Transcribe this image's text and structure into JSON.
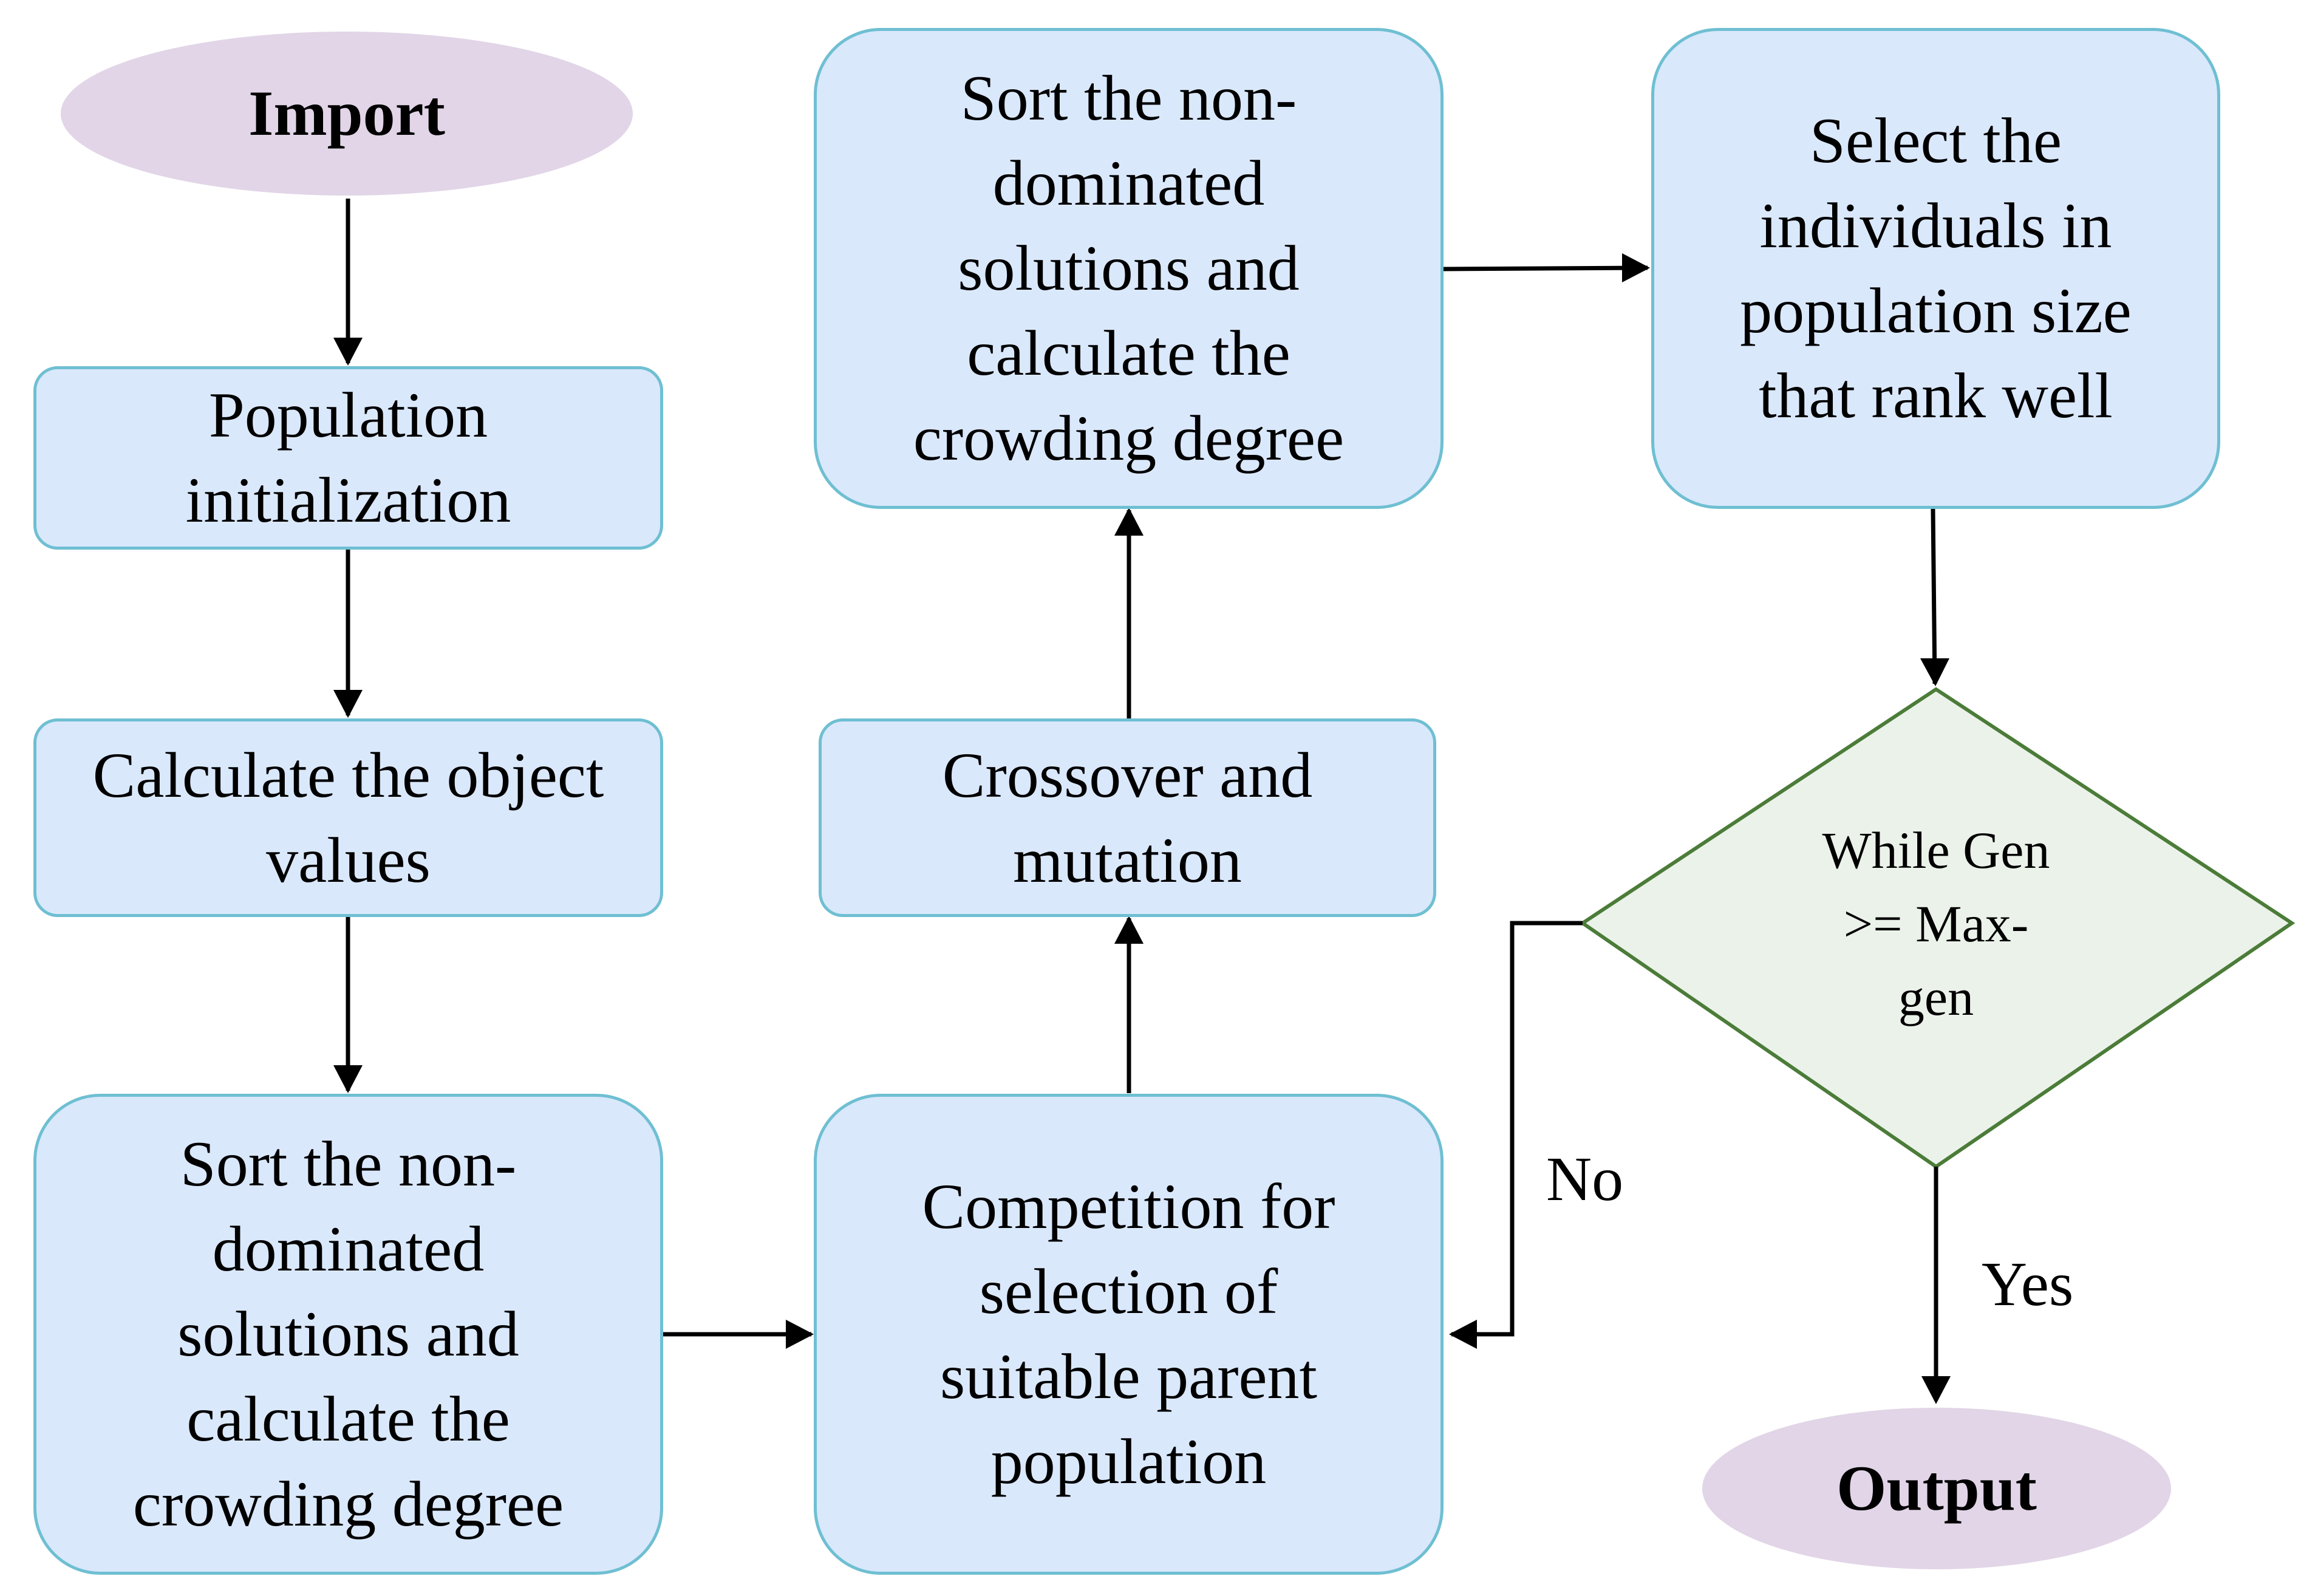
{
  "nodes": {
    "import": "Import",
    "population_init": "Population initialization",
    "calc_objects": "Calculate the object values",
    "sort_left": "Sort the non-dominated solutions and calculate the crowding degree",
    "competition": "Competition for selection of suitable parent population",
    "crossover": "Crossover and mutation",
    "sort_top": "Sort the non-dominated solutions and calculate the crowding degree",
    "select": "Select the individuals in population size that rank well",
    "decision_lines": [
      "While Gen",
      ">= Max-",
      "gen"
    ],
    "output": "Output"
  },
  "edges": {
    "no_label": "No",
    "yes_label": "Yes"
  },
  "colors": {
    "process_fill": "#dae8fc",
    "process_stroke": "#6fbfd2",
    "terminal_fill": "#e1d5e7",
    "decision_fill": "#ebf2ea",
    "decision_stroke": "#4b7c38",
    "arrow": "#000000"
  }
}
